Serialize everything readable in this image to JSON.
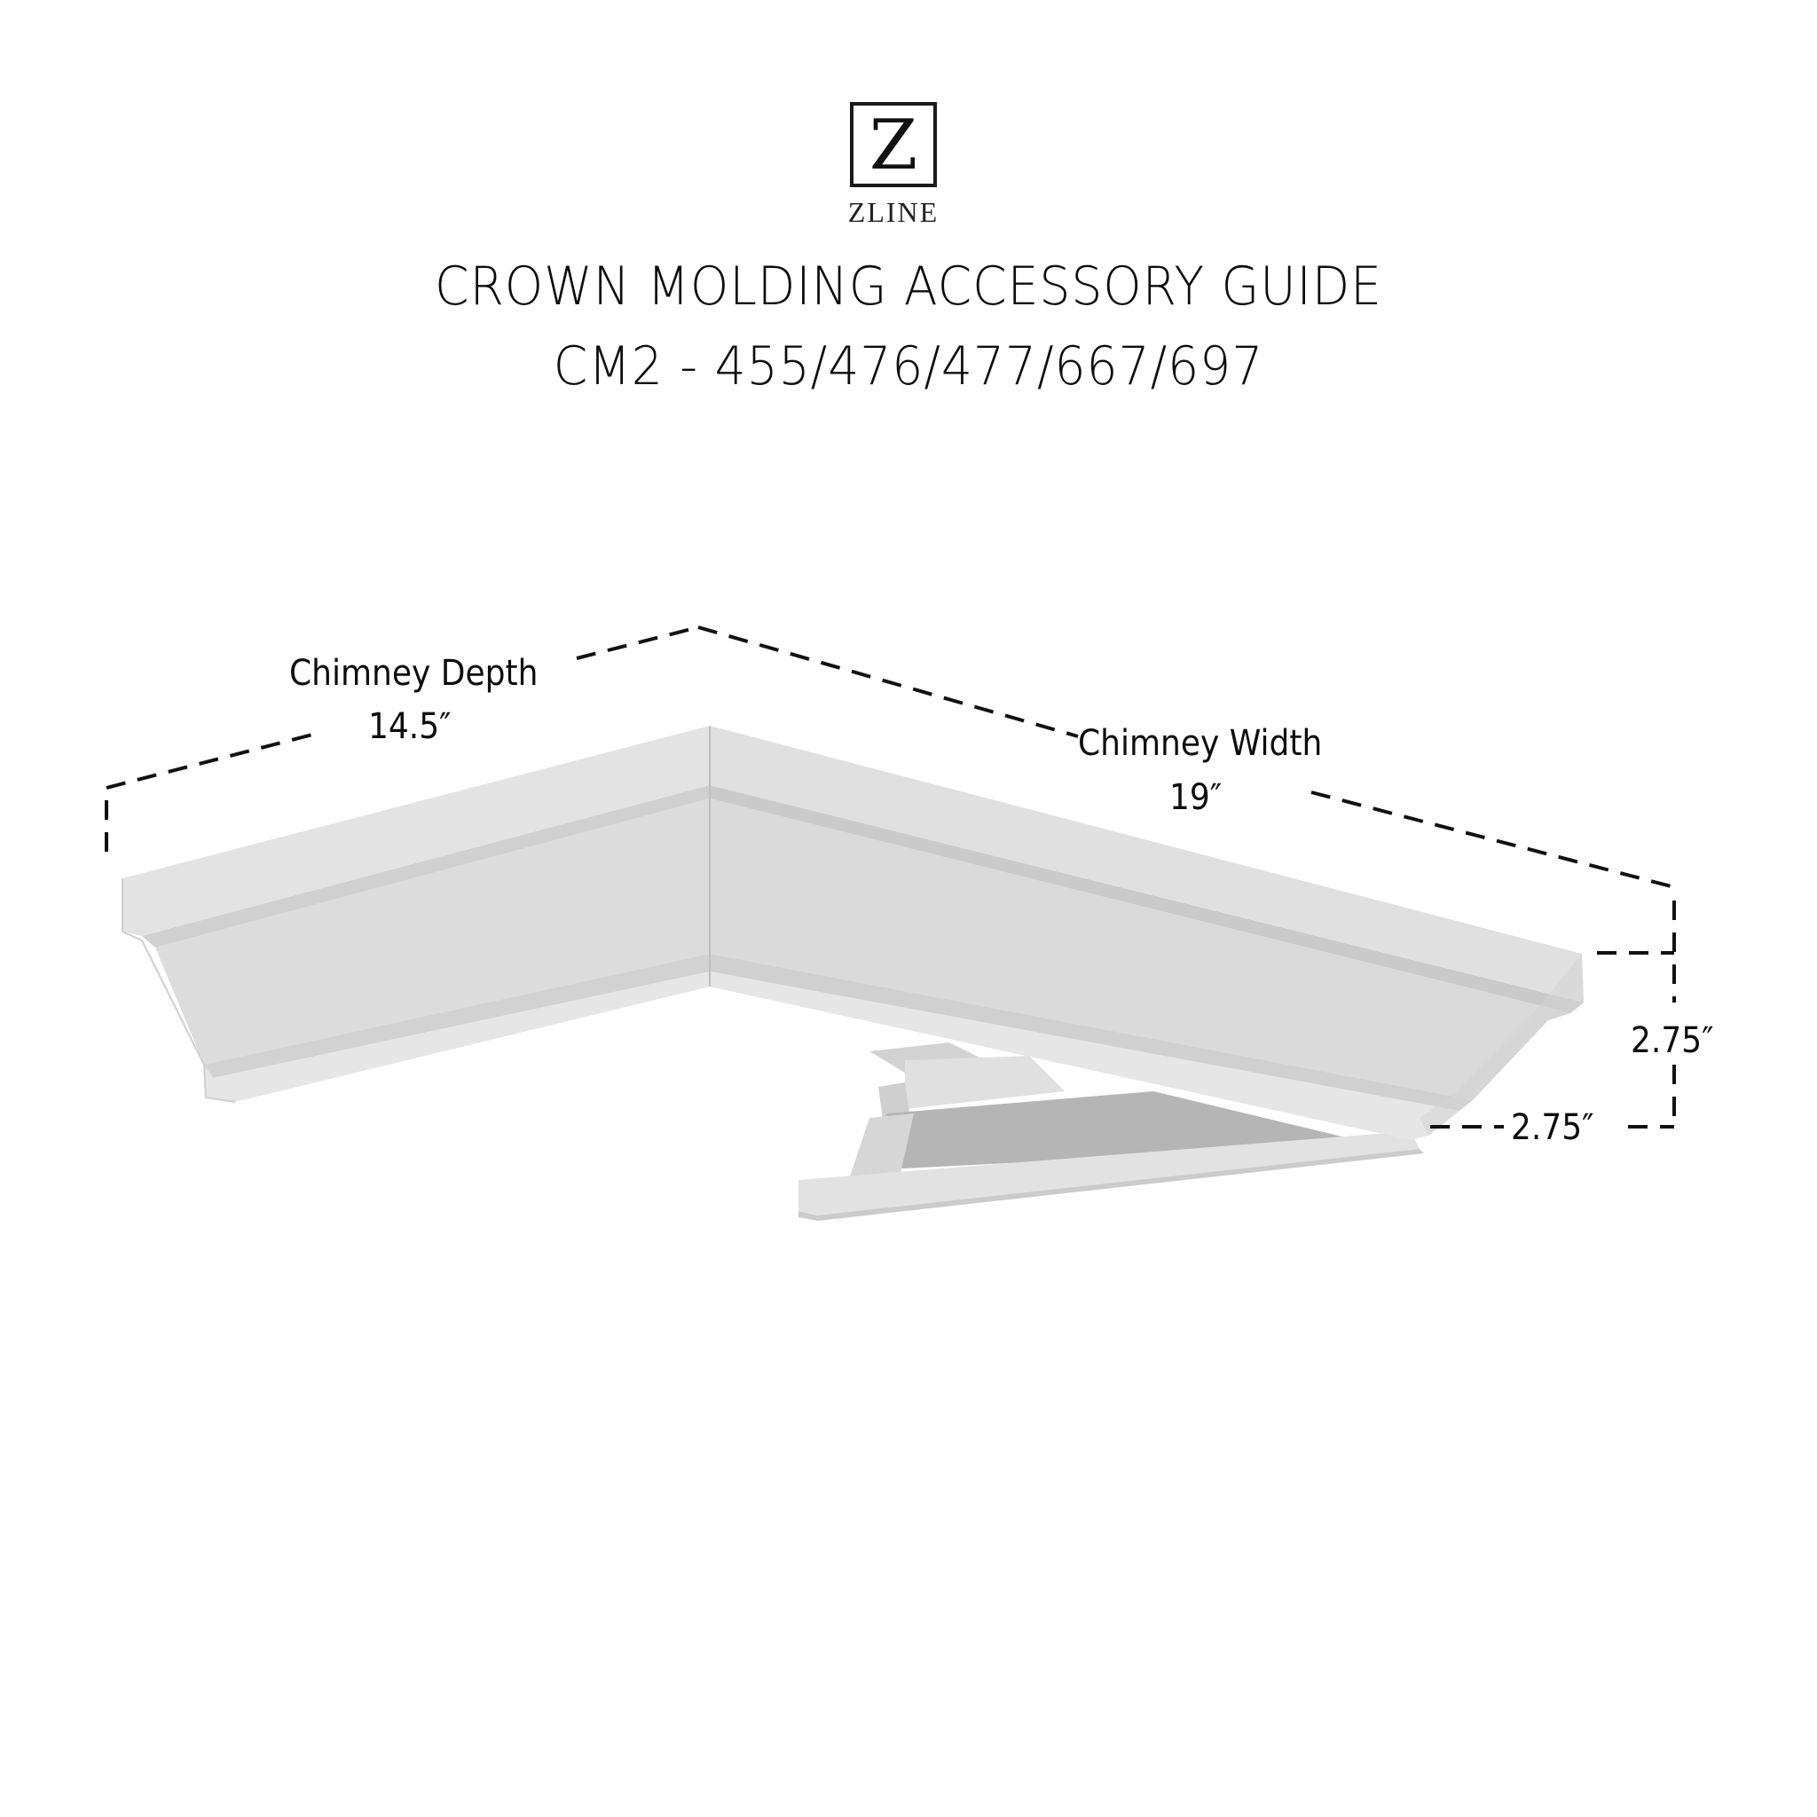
{
  "brand": {
    "logo_letter": "Z",
    "logo_word": "ZLINE"
  },
  "header": {
    "title_line1": "CROWN MOLDING ACCESSORY GUIDE",
    "title_line2": "CM2 - 455/476/477/667/697"
  },
  "dimensions": {
    "chimney_depth": {
      "label": "Chimney Depth",
      "value": "14.5″"
    },
    "chimney_width": {
      "label": "Chimney Width",
      "value": "19″"
    },
    "height": {
      "value": "2.75″"
    },
    "projection": {
      "value": "2.75″"
    }
  },
  "colors": {
    "background": "#ffffff",
    "text": "#0d0d0d",
    "molding_face": "#dcdcdc",
    "molding_top": "#e4e4e4",
    "molding_shadow": "#c8c8c8",
    "bracket_shadow": "#b0b0b0",
    "dash": "#111111"
  }
}
